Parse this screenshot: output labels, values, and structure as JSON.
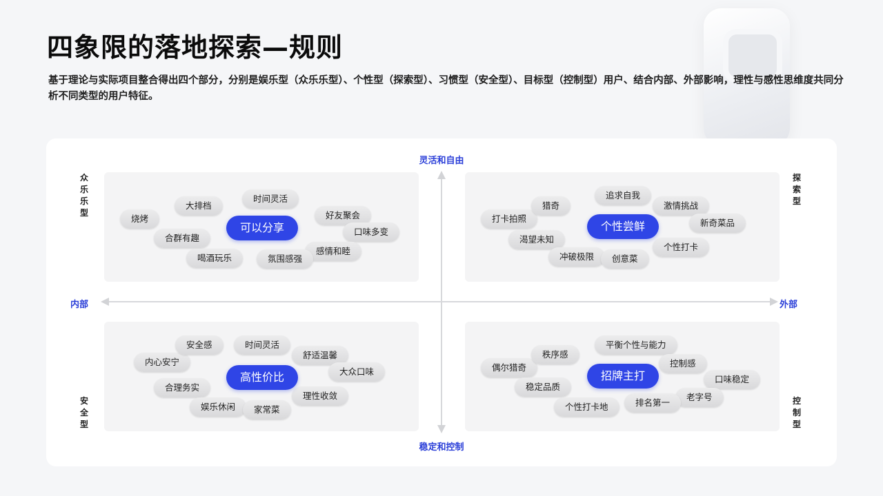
{
  "title": "四象限的落地探索—规则",
  "description": "基于理论与实际项目整合得出四个部分，分别是娱乐型（众乐乐型）、个性型（探索型）、习惯型（安全型）、目标型（控制型）用户、结合内部、外部影响，理性与感性思维度共同分析不同类型的用户特征。",
  "axes": {
    "top": "灵活和自由",
    "bottom": "稳定和控制",
    "left": "内部",
    "right": "外部"
  },
  "quadrants": {
    "top_left": {
      "side_label": "众乐乐型",
      "main": "可以分享",
      "tags": [
        "烧烤",
        "大排档",
        "时间灵活",
        "好友聚会",
        "口味多变",
        "合群有趣",
        "感情和睦",
        "喝酒玩乐",
        "氛围感强"
      ]
    },
    "top_right": {
      "side_label": "探索型",
      "main": "个性尝鲜",
      "tags": [
        "打卡拍照",
        "猎奇",
        "追求自我",
        "激情挑战",
        "新奇菜品",
        "渴望未知",
        "个性打卡",
        "冲破极限",
        "创意菜"
      ]
    },
    "bottom_left": {
      "side_label": "安全型",
      "main": "高性价比",
      "tags": [
        "内心安宁",
        "安全感",
        "时间灵活",
        "舒适温馨",
        "大众口味",
        "合理务实",
        "理性收敛",
        "娱乐休闲",
        "家常菜"
      ]
    },
    "bottom_right": {
      "side_label": "控制型",
      "main": "招牌主打",
      "tags": [
        "偶尔猎奇",
        "秩序感",
        "平衡个性与能力",
        "控制感",
        "口味稳定",
        "稳定品质",
        "老字号",
        "排名第一",
        "个性打卡地"
      ]
    }
  }
}
